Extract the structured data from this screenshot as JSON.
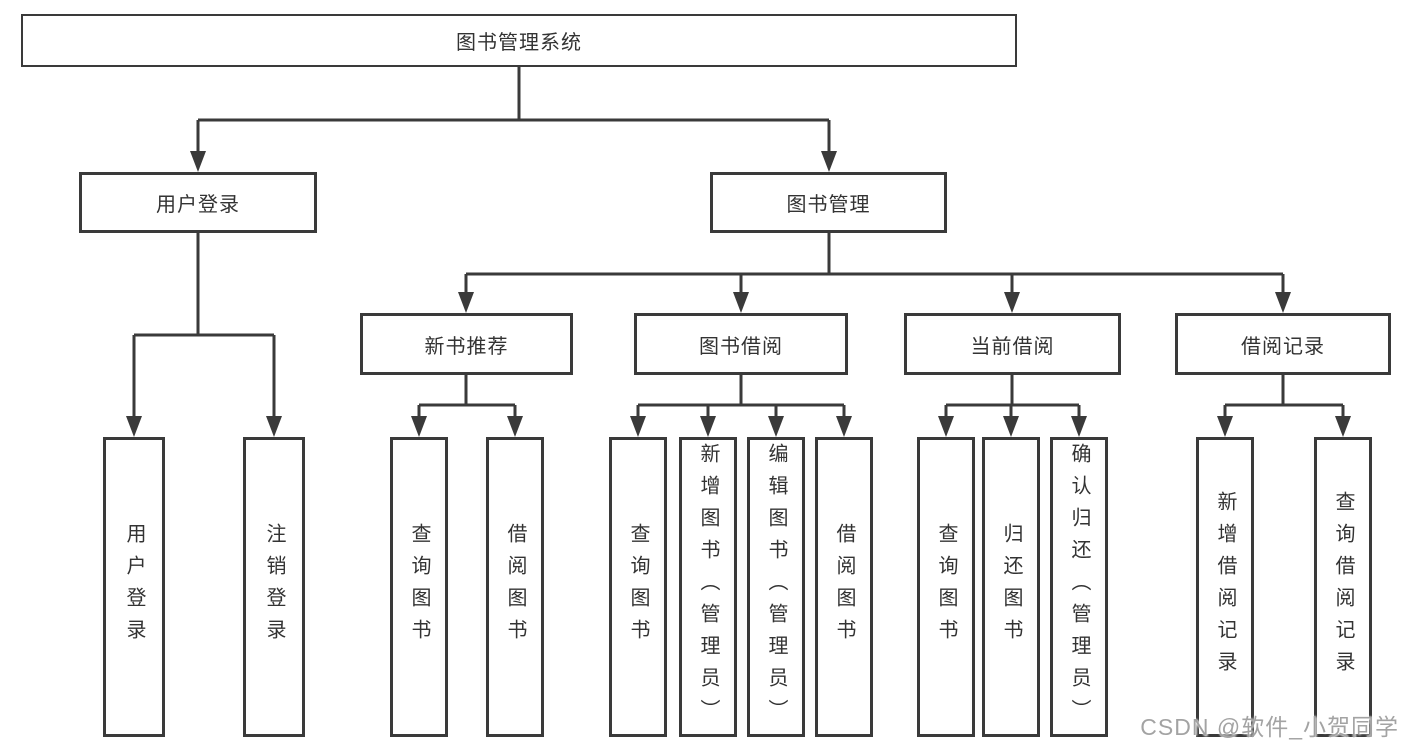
{
  "diagram": {
    "root": "图书管理系统",
    "branches": [
      {
        "label": "用户登录",
        "children": [
          "用户登录",
          "注销登录"
        ]
      },
      {
        "label": "图书管理",
        "sections": [
          {
            "label": "新书推荐",
            "children": [
              "查询图书",
              "借阅图书"
            ]
          },
          {
            "label": "图书借阅",
            "children": [
              "查询图书",
              "新增图书（管理员）",
              "编辑图书（管理员）",
              "借阅图书"
            ]
          },
          {
            "label": "当前借阅",
            "children": [
              "查询图书",
              "归还图书",
              "确认归还（管理员）"
            ]
          },
          {
            "label": "借阅记录",
            "children": [
              "新增借阅记录",
              "查询借阅记录"
            ]
          }
        ]
      }
    ],
    "line_color": "#3a3a3a",
    "box_background": "#ffffff",
    "text_color": "#333333"
  },
  "watermark": "CSDN @软件_小贺同学"
}
